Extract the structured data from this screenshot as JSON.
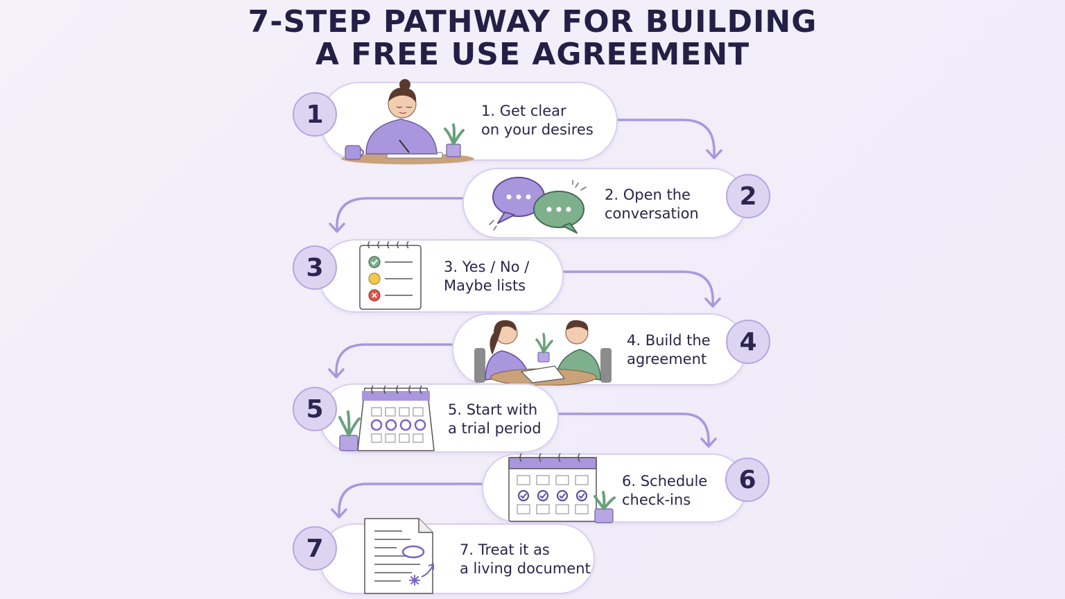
{
  "title": {
    "line1": "7-STEP PATHWAY FOR BUILDING",
    "line2": "A FREE USE AGREEMENT"
  },
  "steps": [
    {
      "number": "1",
      "line1": "1. Get clear",
      "line2": "on your desires",
      "illustration": "person-writing-journal"
    },
    {
      "number": "2",
      "line1": "2. Open the",
      "line2": "conversation",
      "illustration": "speech-bubbles"
    },
    {
      "number": "3",
      "line1": "3. Yes / No /",
      "line2": "Maybe lists",
      "illustration": "checklist-notepad"
    },
    {
      "number": "4",
      "line1": "4. Build the",
      "line2": "agreement",
      "illustration": "couple-at-table"
    },
    {
      "number": "5",
      "line1": "5. Start with",
      "line2": "a trial period",
      "illustration": "calendar-trial"
    },
    {
      "number": "6",
      "line1": "6. Schedule",
      "line2": "check-ins",
      "illustration": "calendar-checkins"
    },
    {
      "number": "7",
      "line1": "7. Treat it as",
      "line2": "a living document",
      "illustration": "document-edit"
    }
  ],
  "colors": {
    "accent": "#a898db",
    "card_border": "#d9d0ee",
    "circle_fill": "#ddd4f2",
    "title": "#231f45",
    "green": "#7fb08e"
  }
}
